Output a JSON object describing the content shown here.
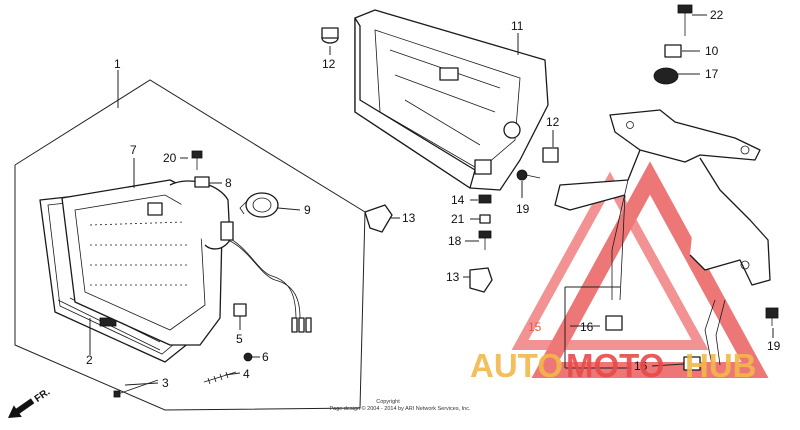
{
  "callouts": {
    "c1": "1",
    "c2": "2",
    "c3": "3",
    "c4": "4",
    "c5": "5",
    "c6": "6",
    "c7": "7",
    "c8": "8",
    "c9": "9",
    "c10": "10",
    "c11": "11",
    "c12a": "12",
    "c12b": "12",
    "c13a": "13",
    "c13b": "13",
    "c14": "14",
    "c15": "15",
    "c16a": "16",
    "c16b": "16",
    "c17": "17",
    "c18": "18",
    "c19a": "19",
    "c19b": "19",
    "c20": "20",
    "c21": "21",
    "c22": "22"
  },
  "direction_label": "FR.",
  "copyright": {
    "line1": "Copyright",
    "line2": "Page design © 2004 - 2014 by ARI Network Services, Inc."
  },
  "watermark": {
    "text_part1": "AUTO",
    "text_part2": "MOTO",
    "text_part3": "HUB",
    "color_orange": "#f2b84b",
    "color_red": "#e84a4a"
  }
}
